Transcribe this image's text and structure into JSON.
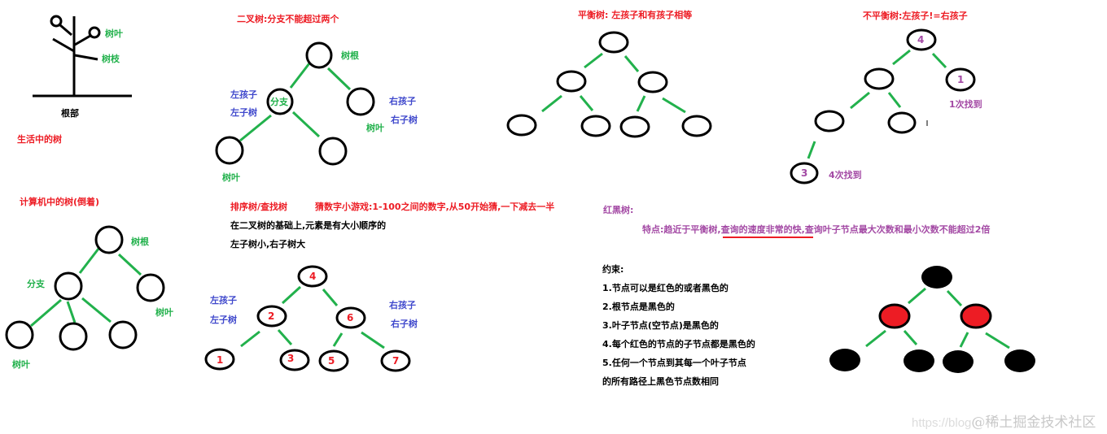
{
  "colors": {
    "title_red": "#ed1c24",
    "green": "#22b14c",
    "blue": "#3f48cc",
    "purple": "#a349a4",
    "black": "#000000",
    "rb_red_fill": "#ed1c24"
  },
  "life_tree": {
    "leaf_label": "树叶",
    "branch_label": "树枝",
    "root_label": "根部",
    "title": "生活中的树"
  },
  "binary_tree": {
    "title": "二叉树:分支不能超过两个",
    "root_label": "树根",
    "branch_label": "分支",
    "left_child": "左孩子",
    "left_subtree": "左子树",
    "right_child": "右孩子",
    "right_subtree": "右子树",
    "leaf_label_right": "树叶",
    "leaf_label_bottom": "树叶"
  },
  "balanced_tree": {
    "title": "平衡树: 左孩子和有孩子相等"
  },
  "unbalanced_tree": {
    "title": "不平衡树:左孩子!=右孩子",
    "root_value": "4",
    "right_value": "1",
    "deep_value": "3",
    "found_once": "1次找到",
    "found_four": "4次找到"
  },
  "computer_tree": {
    "title": "计算机中的树(倒着)",
    "root_label": "树根",
    "branch_label": "分支",
    "leaf_label_right": "树叶",
    "leaf_label_bottom": "树叶"
  },
  "sort_tree": {
    "title": "排序树/查找树",
    "game_note": "猜数字小游戏:1-100之间的数字,从50开始猜,一下减去一半",
    "line1": "在二叉树的基础上,元素是有大小顺序的",
    "line2": "左子树小,右子树大",
    "left_child": "左孩子",
    "left_subtree": "左子树",
    "right_child": "右孩子",
    "right_subtree": "右子树",
    "nodes": [
      "4",
      "2",
      "6",
      "1",
      "3",
      "5",
      "7"
    ]
  },
  "red_black_tree": {
    "title": "红黑树:",
    "feature_prefix": "特点:趋近于平衡树,",
    "feature_underlined": "查询的速度非常的快",
    "feature_suffix": ",查询叶子节点最大次数和最小次数不能超过2倍",
    "constraints_title": "约束:",
    "constraints": [
      "1.节点可以是红色的或者黑色的",
      "2.根节点是黑色的",
      "3.叶子节点(空节点)是黑色的",
      "4.每个红色的节点的子节点都是黑色的",
      "5.任何一个节点到其每一个叶子节点",
      "的所有路径上黑色节点数相同"
    ]
  },
  "watermark": {
    "url_part": "https://blog",
    "brand": "@稀土掘金技术社区"
  }
}
